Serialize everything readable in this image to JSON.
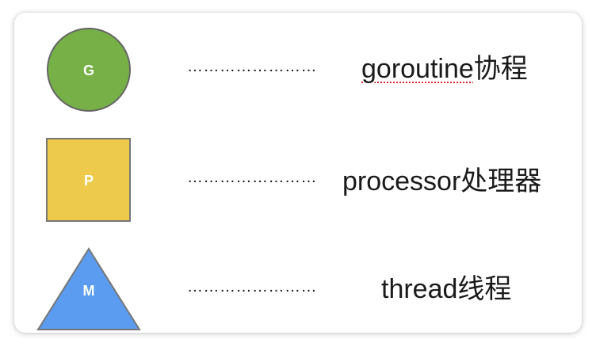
{
  "legend": {
    "items": [
      {
        "shape": "circle",
        "letter": "G",
        "fill": "#76b046",
        "stroke": "#666666",
        "leader": "……………………",
        "term_en": "goroutine",
        "term_zh": "协程"
      },
      {
        "shape": "square",
        "letter": "P",
        "fill": "#edca4b",
        "stroke": "#777777",
        "leader": "……………………",
        "term_en": "processor",
        "term_zh": "处理器"
      },
      {
        "shape": "triangle",
        "letter": "M",
        "fill": "#5b9cf0",
        "stroke": "#777777",
        "leader": "……………………",
        "term_en": "thread",
        "term_zh": "线程"
      }
    ]
  }
}
